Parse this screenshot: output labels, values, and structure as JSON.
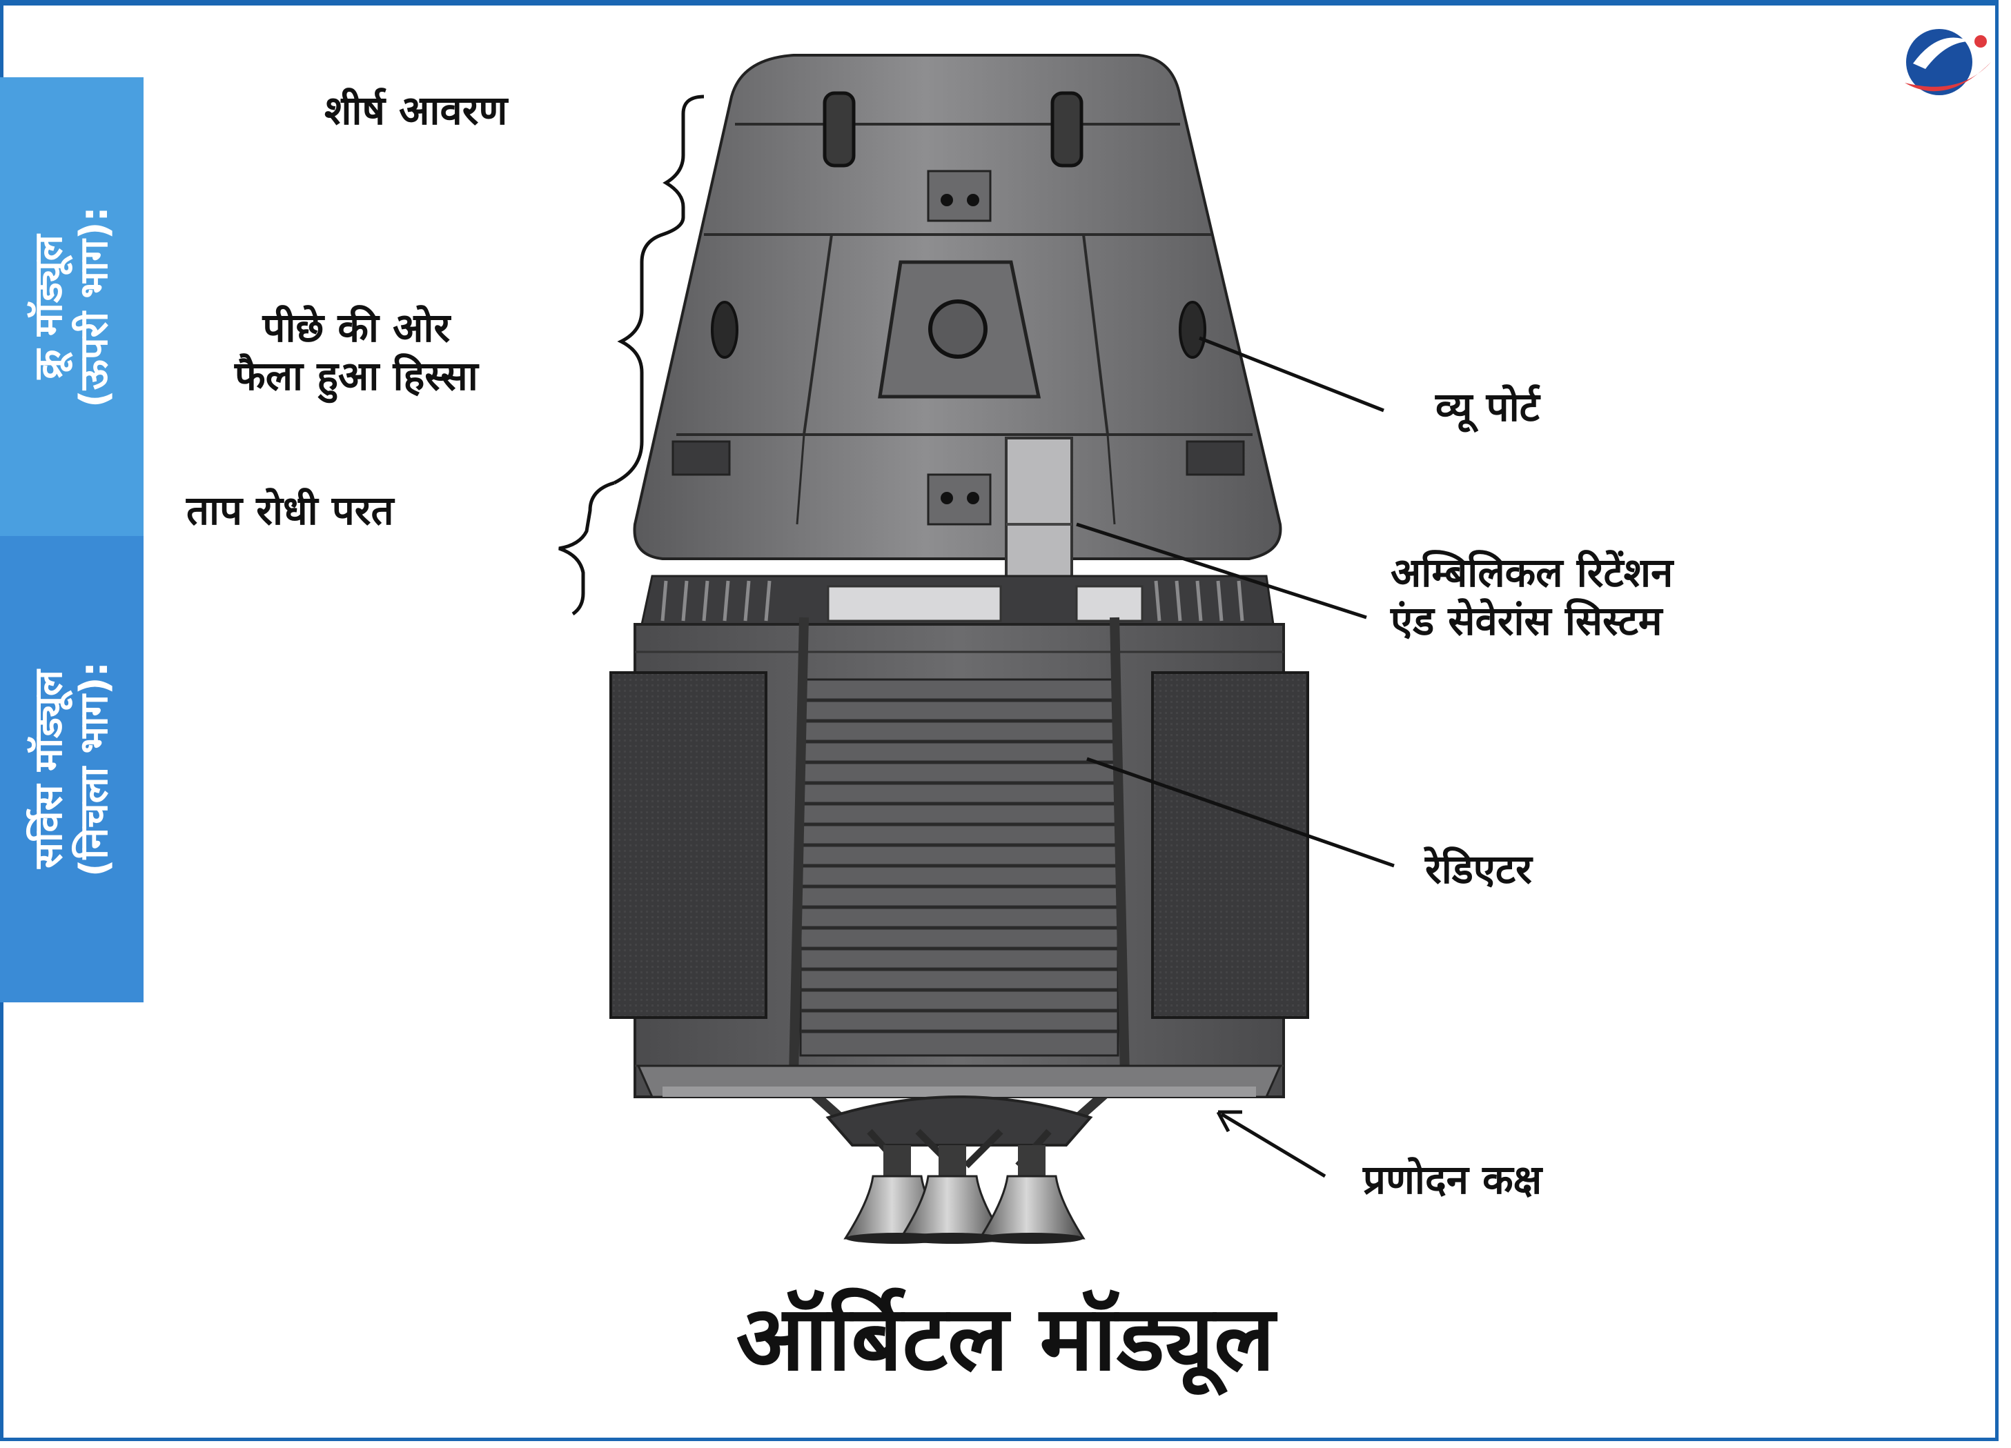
{
  "side_tabs": {
    "crew_module": "क्रू मॉड्यूल\n(ऊपरी भाग):",
    "service_module": "सर्विस मॉड्यूल\n(निचला भाग):"
  },
  "labels": {
    "apex_cover": "शीर्ष आवरण",
    "back_shell": "पीछे की ओर\nफैला हुआ हिस्सा",
    "heat_shield": "ताप रोधी परत",
    "view_port": "व्यू पोर्ट",
    "umbilical": "अम्बिलिकल रिटेंशन\nएंड सेवेरांस सिस्टम",
    "radiator": "रेडिएटर",
    "propulsion_bay": "प्रणोदन कक्ष"
  },
  "title": "ऑर्बिटल मॉड्यूल",
  "colors": {
    "frame_blue": "#1a66b3",
    "tab_top": "#4a9fe0",
    "tab_bottom": "#3a8bd6",
    "logo_red": "#e03a3e"
  },
  "icons": {
    "logo": "globe-swoosh-logo"
  }
}
